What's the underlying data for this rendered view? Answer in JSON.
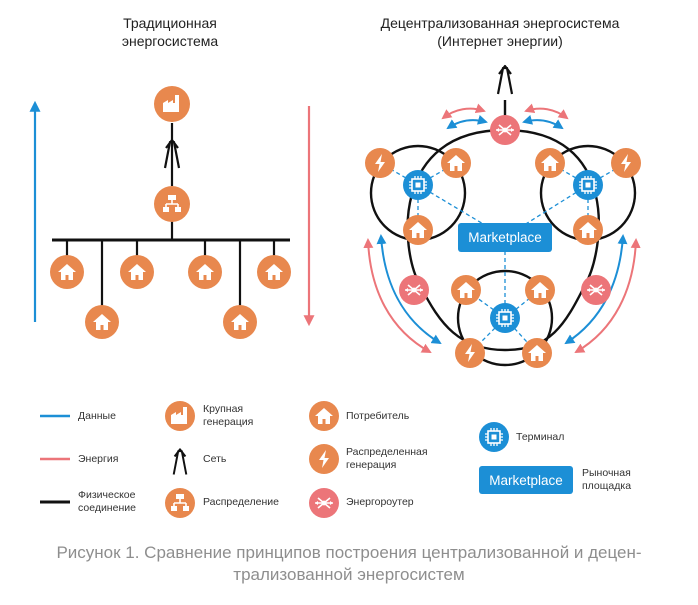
{
  "titles": {
    "traditional": [
      "Традиционная",
      "энергосистема"
    ],
    "decentralized": [
      "Децентрализованная энергосистема",
      "(Интернет энергии)"
    ]
  },
  "marketplace_label": "Marketplace",
  "legend": {
    "data": "Данные",
    "energy": "Энергия",
    "physical": [
      "Физическое",
      "соединение"
    ],
    "large_generation": [
      "Крупная",
      "генерация"
    ],
    "network": "Сеть",
    "distribution": "Распределение",
    "consumer": "Потребитель",
    "distributed_generation": [
      "Распределенная",
      "генерация"
    ],
    "energy_router": "Энергороутер",
    "terminal": "Терминал",
    "marketplace": [
      "Рыночная",
      "площадка"
    ]
  },
  "caption": [
    "Рисунок 1. Сравнение принципов построения централизованной и децен-",
    "трализованной энергосистем"
  ],
  "colors": {
    "orange": "#e8884e",
    "pink": "#ec7579",
    "blue": "#1c8fd6",
    "black": "#111111",
    "caption_gray": "#8e8e8e"
  },
  "icons": [
    "factory-icon",
    "network-tower-icon",
    "distribution-icon",
    "house-icon",
    "lightning-icon",
    "energy-router-icon",
    "terminal-chip-icon"
  ]
}
